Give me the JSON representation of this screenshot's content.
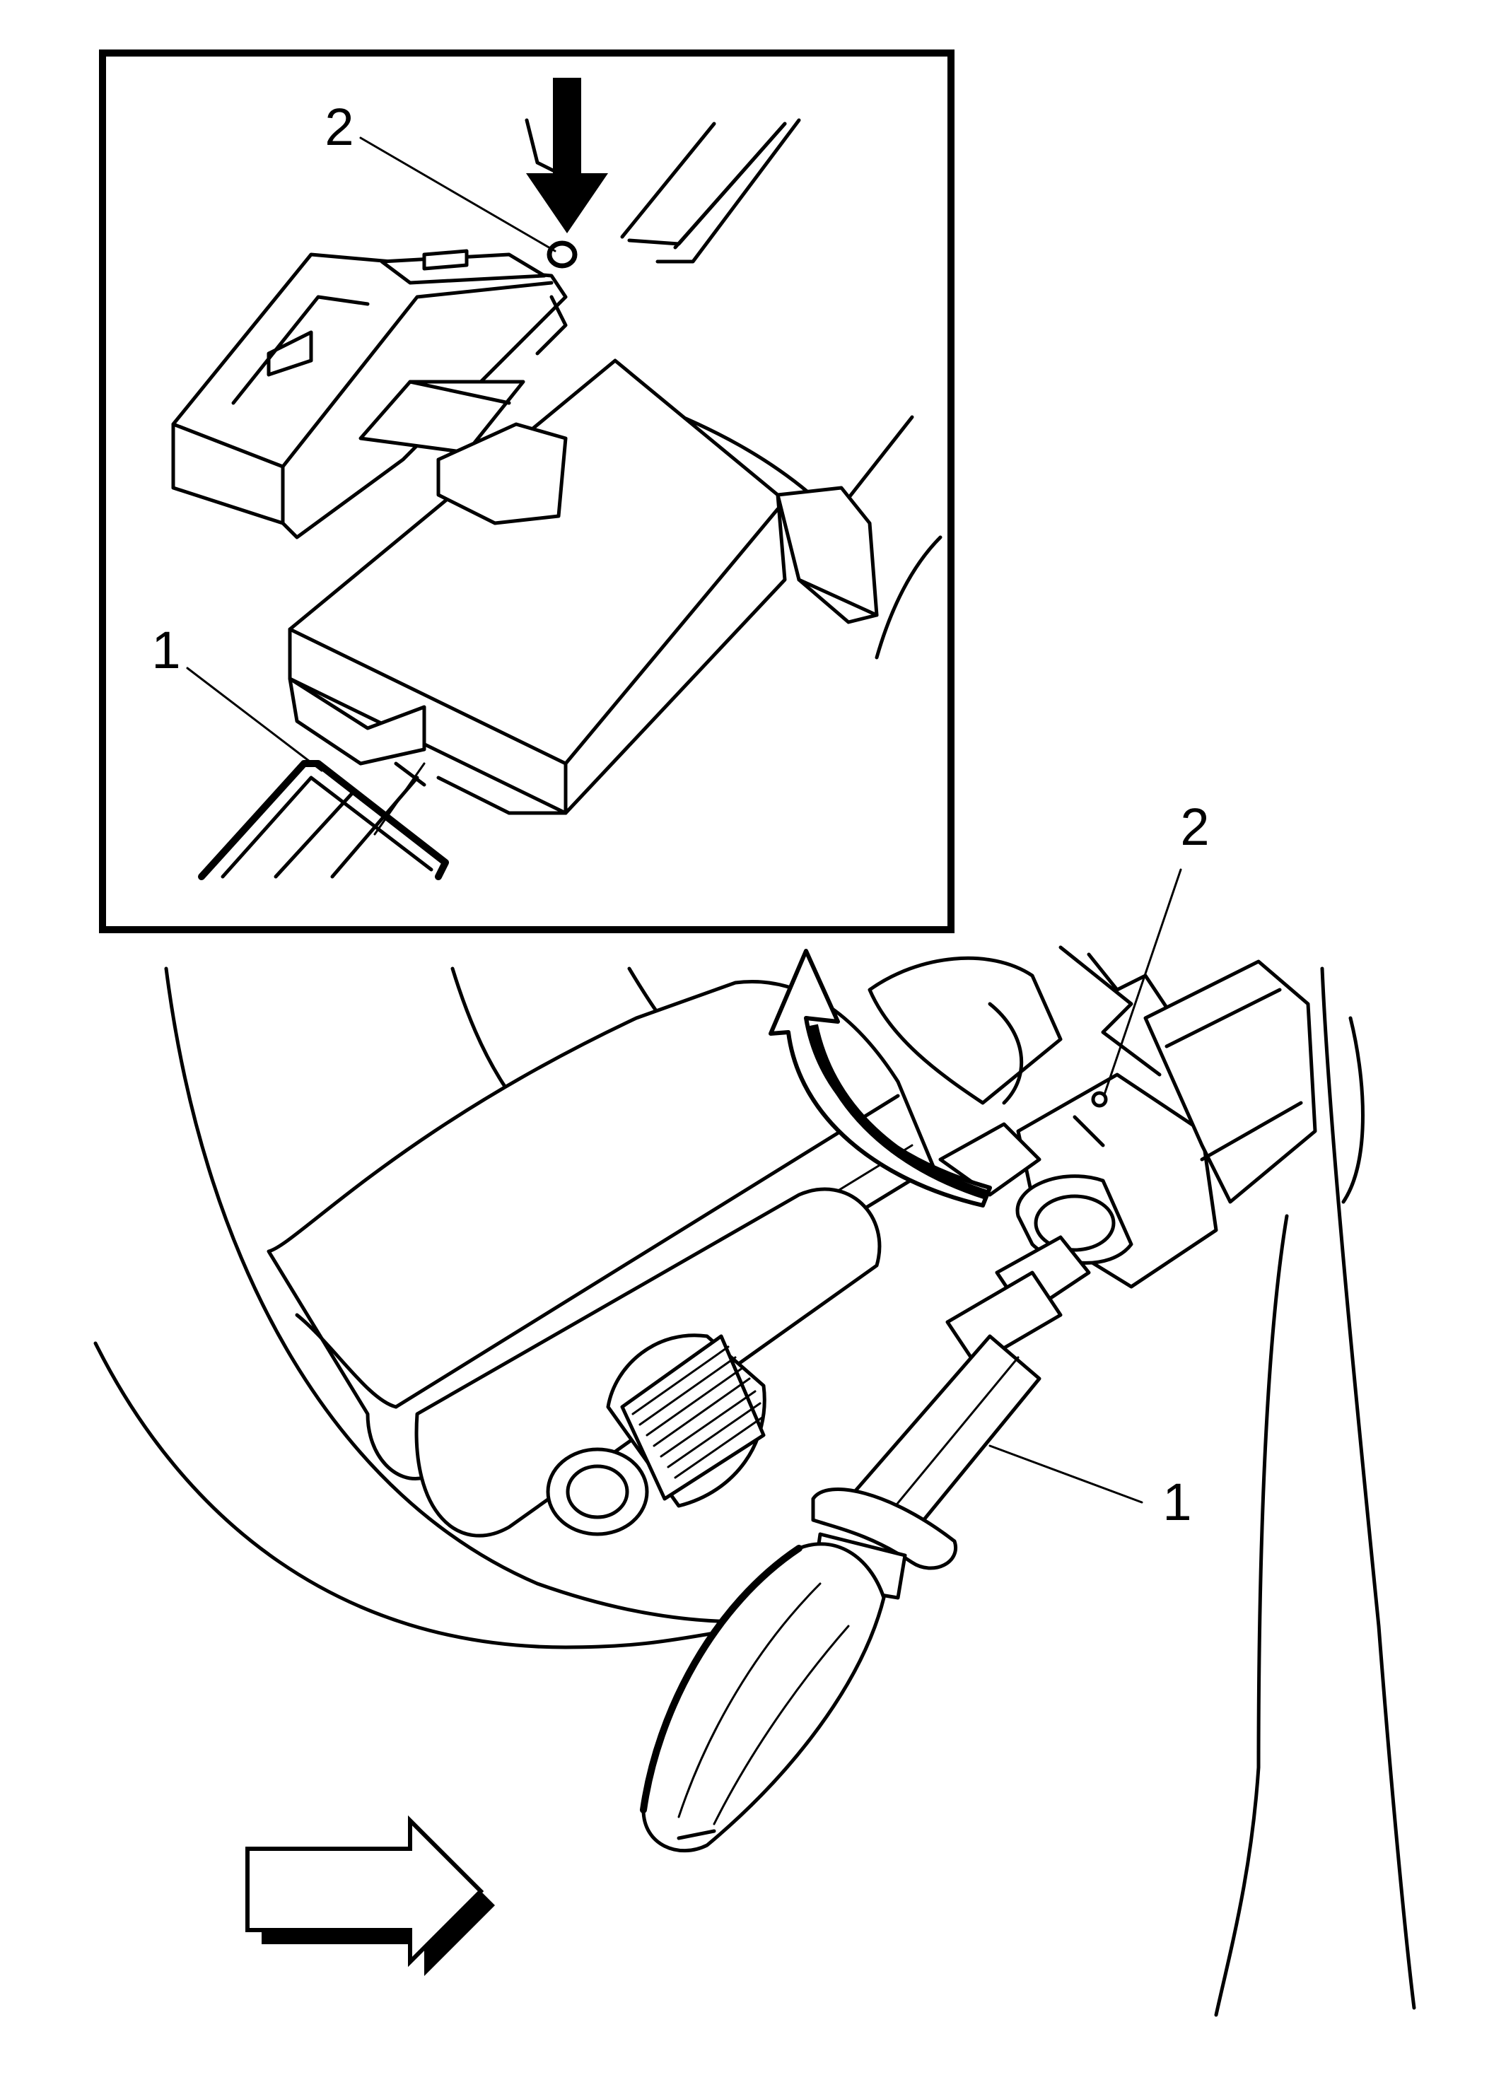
{
  "callouts": {
    "detail_label_2": "2",
    "detail_label_1": "1",
    "main_label_2": "2",
    "main_label_1": "1"
  },
  "colors": {
    "ink": "#000000",
    "paper": "#ffffff"
  }
}
